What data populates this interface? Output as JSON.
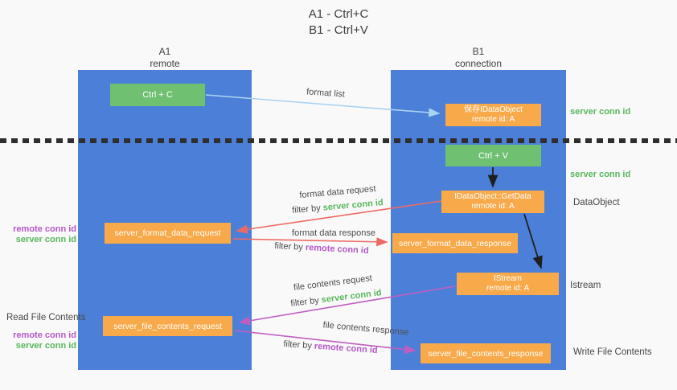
{
  "title": {
    "line1": "A1 - Ctrl+C",
    "line2": "B1 - Ctrl+V"
  },
  "columns": {
    "left": {
      "title": "A1",
      "subtitle": "remote"
    },
    "right": {
      "title": "B1",
      "subtitle": "connection"
    }
  },
  "boxes": {
    "ctrl_c": {
      "label": "Ctrl + C"
    },
    "ctrl_v": {
      "label": "Ctrl + V"
    },
    "save_dataobject": {
      "line1": "保存IDataObject",
      "line2": "remote id: A"
    },
    "getdata": {
      "line1": "IDataObject::GetData",
      "line2": "remote id: A"
    },
    "istream": {
      "line1": "IStream",
      "line2": "remote id: A"
    },
    "format_request": {
      "label": "server_format_data_request"
    },
    "format_response": {
      "label": "server_format_data_response"
    },
    "file_request": {
      "label": "server_file_contents_request"
    },
    "file_response": {
      "label": "server_file_contents_response"
    }
  },
  "flow_labels": {
    "format_list": "format list",
    "format_data_request": "format data request",
    "format_data_response": "format data response",
    "file_contents_request": "file contents request",
    "file_contents_response": "file contents response",
    "filter_by": "filter by"
  },
  "side_labels": {
    "server_conn_id": "server conn id",
    "remote_conn_id": "remote conn id",
    "dataobject": "DataObject",
    "istream": "Istream",
    "read_file_contents": "Read File Contents",
    "write_file_contents": "Write File Contents"
  },
  "colors": {
    "column_blue": "#4c80d8",
    "box_green": "#6fc070",
    "box_orange": "#f8a94a",
    "green_text": "#58b75c",
    "purple_text": "#b358c8",
    "red_arrow": "#ed6a64",
    "magenta_arrow": "#bf5ec2",
    "lightblue_arrow": "#a9d3f2",
    "black_arrow": "#1f1f1f"
  }
}
